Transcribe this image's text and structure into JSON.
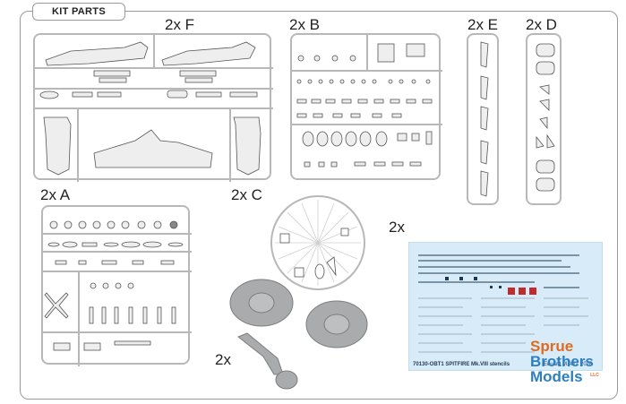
{
  "header": {
    "title": "KIT PARTS"
  },
  "sprues": {
    "f": {
      "label": "2x F"
    },
    "b": {
      "label": "2x B"
    },
    "e": {
      "label": "2x E"
    },
    "d": {
      "label": "2x D"
    },
    "a": {
      "label": "2x A"
    },
    "c": {
      "label": "2x C"
    }
  },
  "decals": {
    "label": "2x",
    "title": "70130-OBT1 SPITFIRE Mk.VIII stencils",
    "maker": "Eduard M.A.D. 2016"
  },
  "wheels": {
    "label": "2x"
  },
  "watermark": {
    "line1": "Sprue",
    "line2": "Brothers",
    "line3": "Models",
    "suffix": "LLC"
  },
  "colors": {
    "sprue": "#b8b8b8",
    "decal_sheet": "#d7ecf8",
    "watermark_orange": "#e06b20",
    "watermark_blue": "#2c7fc1"
  }
}
